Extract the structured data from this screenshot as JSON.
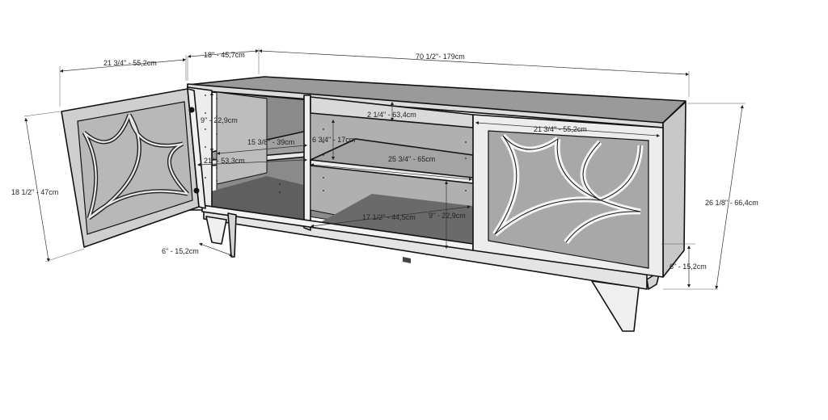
{
  "dimensions": {
    "overall_width": "70 1/2\"- 179cm",
    "depth": "18\" - 45,7cm",
    "left_door_width": "21 3/4\" - 55,2cm",
    "left_door_height": "18 1/2\" - 47cm",
    "right_door_width": "21 3/4\" - 55,2cm",
    "overall_height": "26 1/8\" - 66,4cm",
    "top_shelf_clearance": "2 1/4\" - 63,4cm",
    "left_upper_height": "9\" - 22,9cm",
    "left_shelf_width": "15 3/8\" - 39cm",
    "center_upper_height": "6 3/4\" - 17cm",
    "center_shelf_width": "25 3/4\" - 65cm",
    "inner_depth": "21\" - 53,3cm",
    "bottom_shelf_width": "17 1/2\" - 44,5cm",
    "center_lower_height": "9\" - 22,9cm",
    "left_leg_height": "6\" - 15,2cm",
    "right_leg_height": "6\" - 15,2cm"
  }
}
